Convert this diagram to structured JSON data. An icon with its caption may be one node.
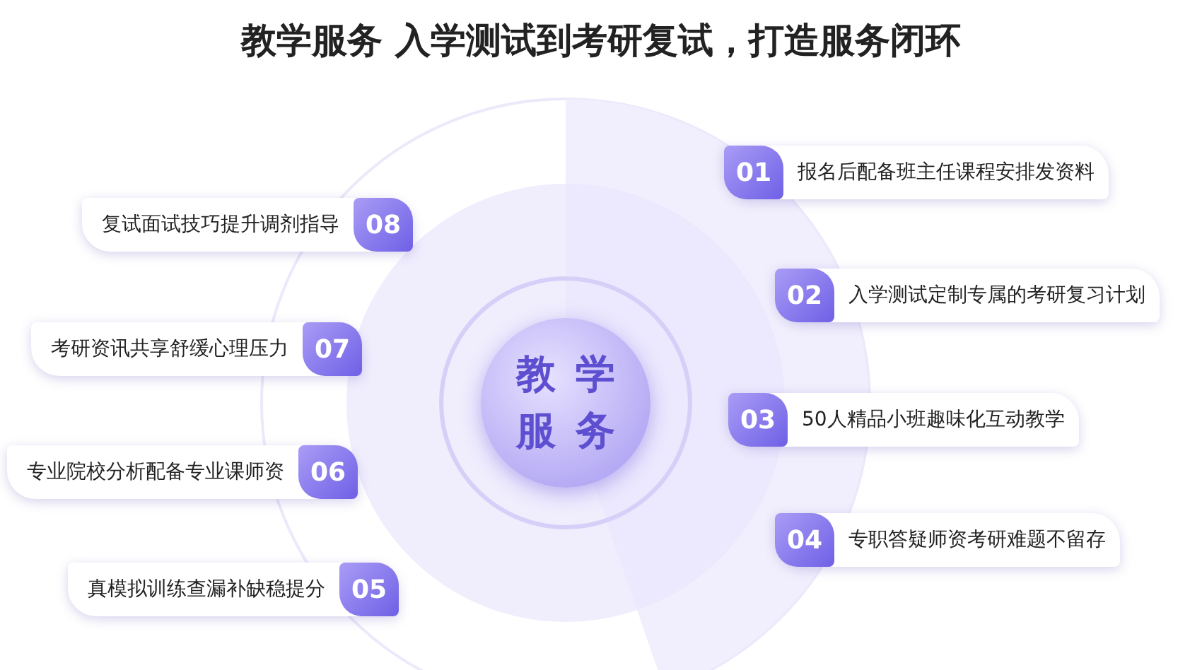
{
  "diagram": {
    "title": "教学服务 入学测试到考研复试，打造服务闭环",
    "nodes": [
      {
        "text": [
          "教学服务"
        ]
      },
      {
        "text": [
          "01",
          "报名后配备班主任课程安排发资料"
        ]
      },
      {
        "text": [
          "02",
          "入学测试定制专属的考研复习计划"
        ]
      },
      {
        "text": [
          "03",
          "50人精品小班趣味化互动教学"
        ]
      },
      {
        "text": [
          "04",
          "专职答疑师资考研难题不留存"
        ]
      },
      {
        "text": [
          "真模拟训练查漏补缺稳提分",
          "05"
        ]
      },
      {
        "text": [
          "专业院校分析配备专业课师资",
          "06"
        ]
      },
      {
        "text": [
          "考研资讯共享舒缓心理压力",
          "07"
        ]
      },
      {
        "text": [
          "复试面试技巧提升调剂指导",
          "08"
        ]
      }
    ],
    "edges": []
  }
}
